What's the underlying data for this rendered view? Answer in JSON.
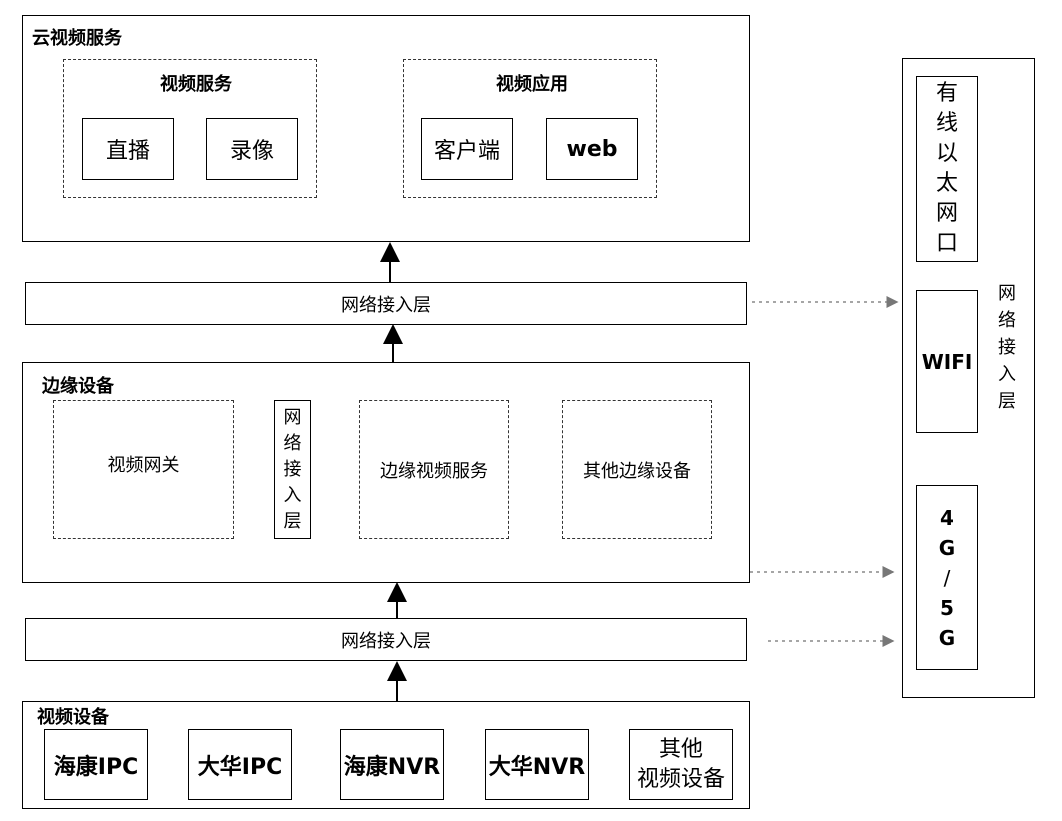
{
  "cloud": {
    "title": "云视频服务",
    "video_service": {
      "title": "视频服务",
      "items": [
        "直播",
        "录像"
      ]
    },
    "video_app": {
      "title": "视频应用",
      "items": [
        "客户端",
        "web"
      ]
    }
  },
  "network_layer_top": "网络接入层",
  "edge": {
    "title": "边缘设备",
    "gateway": "视频网关",
    "network_layer": "网络接入层",
    "edge_video_service": "边缘视频服务",
    "other_edge_devices": "其他边缘设备"
  },
  "network_layer_bottom": "网络接入层",
  "video_devices": {
    "title": "视频设备",
    "items": [
      "海康IPC",
      "大华IPC",
      "海康NVR",
      "大华NVR",
      "其他\n视频设备"
    ]
  },
  "right_panel": {
    "wired": "有线以太网口",
    "wifi": "WIFI",
    "mobile": "4G/5G",
    "label": "网络接入层"
  }
}
